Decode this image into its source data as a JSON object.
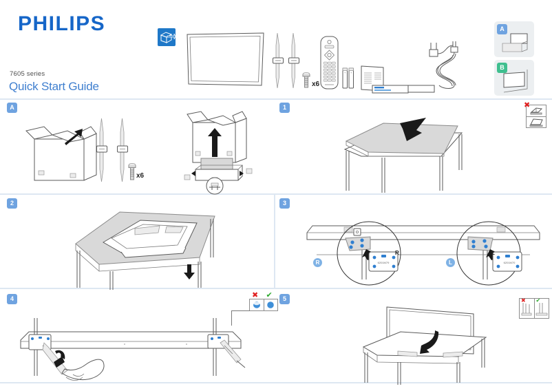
{
  "brand": {
    "logo": "PHILIPS",
    "logo_color": "#1666c8",
    "series": "7605 series",
    "title": "Quick Start Guide",
    "title_color": "#3f7fcf"
  },
  "header": {
    "unpack_icon": "unpack-box-icon",
    "accessories": [
      {
        "name": "tv-panel",
        "label": ""
      },
      {
        "name": "stand-leg-left",
        "label": ""
      },
      {
        "name": "stand-leg-right",
        "label": ""
      },
      {
        "name": "screws",
        "label": "x6"
      },
      {
        "name": "remote-control",
        "label": ""
      },
      {
        "name": "batteries",
        "label": ""
      },
      {
        "name": "documentation",
        "label": ""
      },
      {
        "name": "power-cord",
        "label": ""
      }
    ],
    "doc_label_brand": "PHILIPS",
    "doc_label_title": "Quick Start Guide",
    "options": [
      {
        "badge": "A",
        "color": "#6fa3e0",
        "name": "table-stand-option"
      },
      {
        "badge": "B",
        "color": "#3fbf8f",
        "name": "wall-mount-option"
      }
    ]
  },
  "sections": {
    "a": {
      "badge": "A",
      "screw_count": "x6"
    },
    "step1": {
      "badge": "1"
    },
    "step2": {
      "badge": "2"
    },
    "step3": {
      "badge": "3",
      "right_marker": "R",
      "left_marker": "L"
    },
    "step4": {
      "badge": "4"
    },
    "step5": {
      "badge": "5"
    }
  },
  "marks": {
    "cross": "✖",
    "check": "✔",
    "cross_color": "#e02020",
    "check_color": "#2aa82a"
  }
}
